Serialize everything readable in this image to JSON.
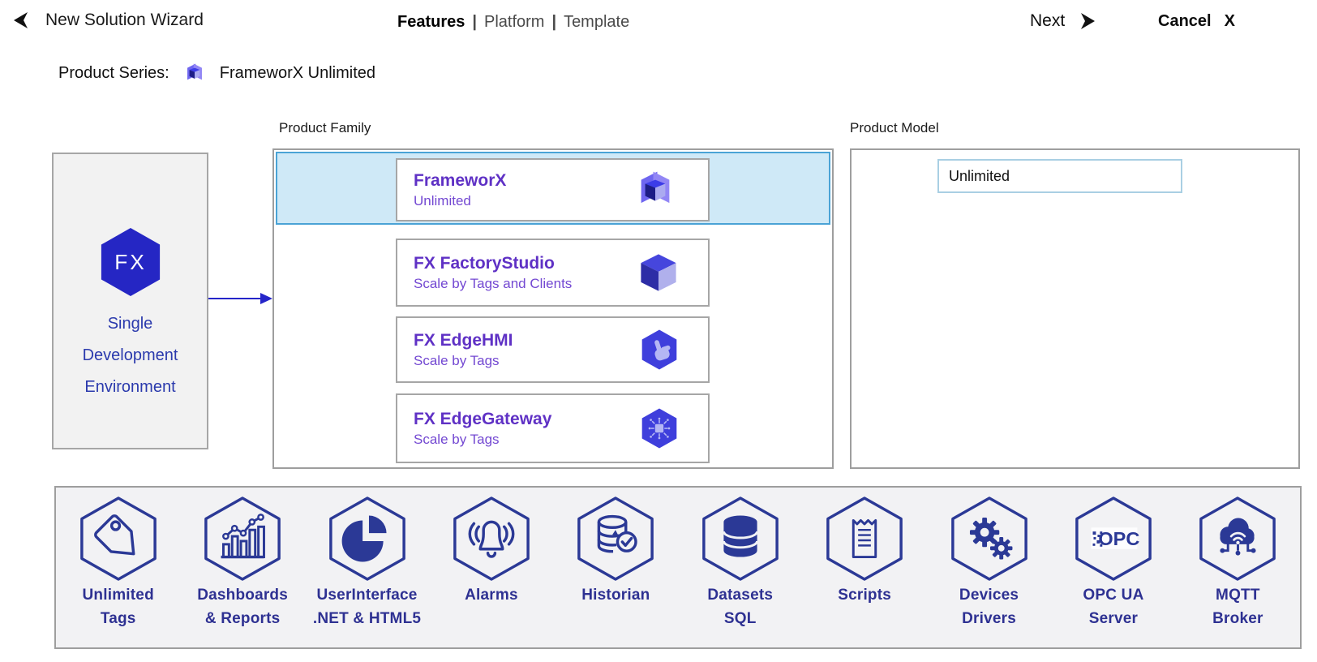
{
  "header": {
    "title": "New Solution Wizard",
    "back_icon": "back-arrow",
    "steps": [
      {
        "label": "Features",
        "active": true
      },
      {
        "label": "Platform",
        "active": false
      },
      {
        "label": "Template",
        "active": false
      }
    ],
    "step_separator": "|",
    "next_label": "Next",
    "next_icon": "forward-arrow",
    "cancel_label": "Cancel",
    "cancel_x": "X"
  },
  "product_series": {
    "label": "Product Series:",
    "icon": "frameworx-logo-icon",
    "value": "FrameworX Unlimited"
  },
  "environment_box": {
    "logo_text": "FX",
    "lines": [
      "Single",
      "Development",
      "Environment"
    ]
  },
  "product_family": {
    "label": "Product Family",
    "items": [
      {
        "name": "FrameworX",
        "subtitle": "Unlimited",
        "icon": "frameworx-logo-icon",
        "selected": true
      },
      {
        "name": "FX FactoryStudio",
        "subtitle": "Scale by Tags and Clients",
        "icon": "cube-icon",
        "selected": false
      },
      {
        "name": "FX EdgeHMI",
        "subtitle": "Scale by Tags",
        "icon": "hand-hexagon-icon",
        "selected": false
      },
      {
        "name": "FX EdgeGateway",
        "subtitle": "Scale by Tags",
        "icon": "gateway-hexagon-icon",
        "selected": false
      }
    ]
  },
  "product_model": {
    "label": "Product Model",
    "selected_value": "Unlimited"
  },
  "features_bar": {
    "items": [
      {
        "line1": "Unlimited",
        "line2": "Tags",
        "icon": "tag-icon"
      },
      {
        "line1": "Dashboards",
        "line2": "& Reports",
        "icon": "bar-chart-icon"
      },
      {
        "line1": "UserInterface",
        "line2": ".NET & HTML5",
        "icon": "pie-chart-icon"
      },
      {
        "line1": "Alarms",
        "line2": "",
        "icon": "alarm-bell-icon"
      },
      {
        "line1": "Historian",
        "line2": "",
        "icon": "database-check-icon"
      },
      {
        "line1": "Datasets",
        "line2": "SQL",
        "icon": "database-icon"
      },
      {
        "line1": "Scripts",
        "line2": "",
        "icon": "script-icon"
      },
      {
        "line1": "Devices",
        "line2": "Drivers",
        "icon": "gears-icon"
      },
      {
        "line1": "OPC UA",
        "line2": "Server",
        "icon": "opc-logo-icon",
        "icon_text": "OPC"
      },
      {
        "line1": "MQTT",
        "line2": "Broker",
        "icon": "mqtt-cloud-icon"
      }
    ]
  },
  "colors": {
    "accent_navy": "#2b3996",
    "label_navy": "#2e3192",
    "purple_title": "#5f31c5",
    "purple_subtitle": "#7348d2",
    "selection_bg": "#cfe9f7",
    "selection_border": "#4aa3d6",
    "hex_blue": "#2526c4",
    "panel_border": "#9e9e9e"
  }
}
